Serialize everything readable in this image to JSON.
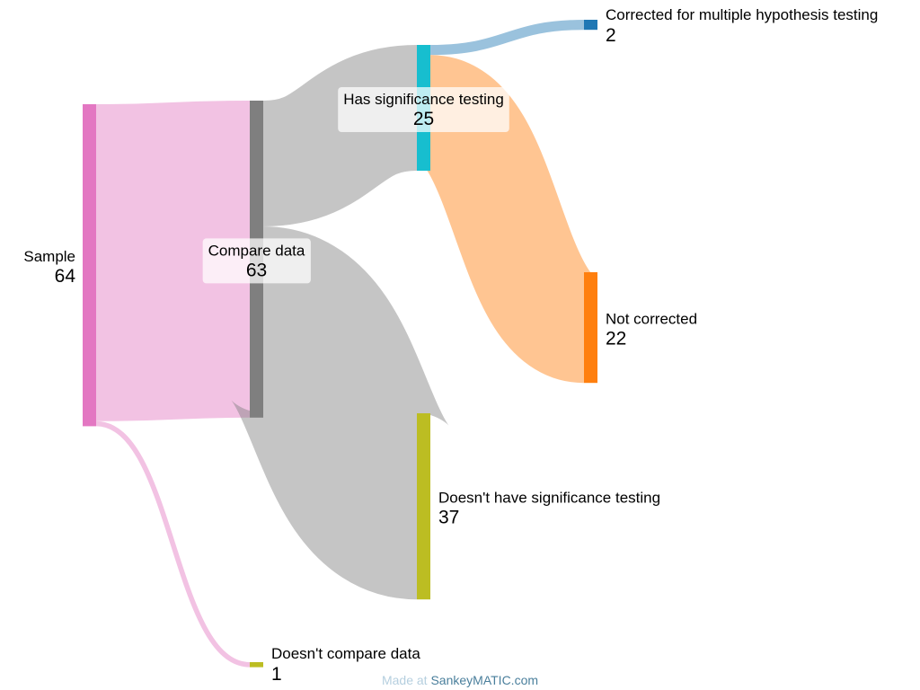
{
  "chart_data": {
    "type": "sankey",
    "title": "",
    "nodes": [
      {
        "id": "sample",
        "name": "Sample",
        "value": 64,
        "color": "#e377c2"
      },
      {
        "id": "compare",
        "name": "Compare data",
        "value": 63,
        "color": "#7f7f7f"
      },
      {
        "id": "nocompare",
        "name": "Doesn't compare data",
        "value": 1,
        "color": "#bcbd22"
      },
      {
        "id": "sig",
        "name": "Has significance testing",
        "value": 25,
        "color": "#17becf"
      },
      {
        "id": "nosig",
        "name": "Doesn't have significance testing",
        "value": 37,
        "color": "#bcbd22"
      },
      {
        "id": "corrected",
        "name": "Corrected for multiple hypothesis testing",
        "value": 2,
        "color": "#1f77b4"
      },
      {
        "id": "notcorrected",
        "name": "Not corrected",
        "value": 22,
        "color": "#ff7f0e"
      }
    ],
    "links": [
      {
        "source": "sample",
        "target": "compare",
        "value": 63,
        "color": "#e377c2"
      },
      {
        "source": "sample",
        "target": "nocompare",
        "value": 1,
        "color": "#e377c2"
      },
      {
        "source": "compare",
        "target": "sig",
        "value": 25,
        "color": "#7f7f7f"
      },
      {
        "source": "compare",
        "target": "nosig",
        "value": 37,
        "color": "#7f7f7f"
      },
      {
        "source": "sig",
        "target": "corrected",
        "value": 2,
        "color": "#1f77b4"
      },
      {
        "source": "sig",
        "target": "notcorrected",
        "value": 22,
        "color": "#ff7f0e"
      }
    ]
  },
  "credit": {
    "prefix": "Made at ",
    "site": "SankeyMATIC.com"
  }
}
